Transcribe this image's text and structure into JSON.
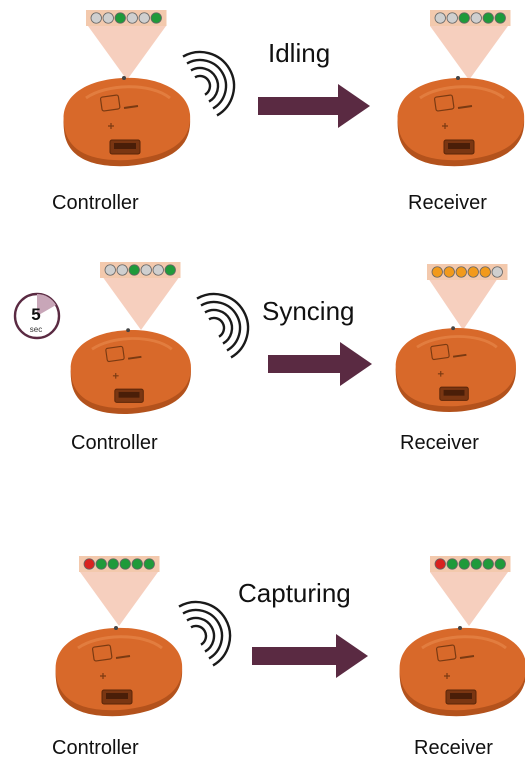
{
  "colors": {
    "device_body": "#d8692a",
    "device_shadow": "#b3521c",
    "arrow": "#5a2a42",
    "beam": "#f5c7b3",
    "led_strip": "#f3c9ad",
    "led_grey": "#cfcfcf",
    "led_green": "#1f9a3a",
    "led_orange": "#f29a1b",
    "led_red": "#d9231f",
    "wifi": "#1a1a1a",
    "timer_ring": "#5a2a42",
    "timer_fill": "#c8a6b8"
  },
  "stages": [
    {
      "state_label": "Idling",
      "controller_label": "Controller",
      "receiver_label": "Receiver",
      "controller_leds": [
        "grey",
        "grey",
        "green",
        "grey",
        "grey",
        "green"
      ],
      "receiver_leds": [
        "grey",
        "grey",
        "green",
        "grey",
        "green",
        "green"
      ],
      "has_timer": false
    },
    {
      "state_label": "Syncing",
      "controller_label": "Controller",
      "receiver_label": "Receiver",
      "controller_leds": [
        "grey",
        "grey",
        "green",
        "grey",
        "grey",
        "green"
      ],
      "receiver_leds": [
        "orange",
        "orange",
        "orange",
        "orange",
        "orange",
        "grey"
      ],
      "has_timer": true,
      "timer": {
        "value": "5",
        "unit": "sec"
      }
    },
    {
      "state_label": "Capturing",
      "controller_label": "Controller",
      "receiver_label": "Receiver",
      "controller_leds": [
        "red",
        "green",
        "green",
        "green",
        "green",
        "green"
      ],
      "receiver_leds": [
        "red",
        "green",
        "green",
        "green",
        "green",
        "green"
      ],
      "has_timer": false
    }
  ]
}
